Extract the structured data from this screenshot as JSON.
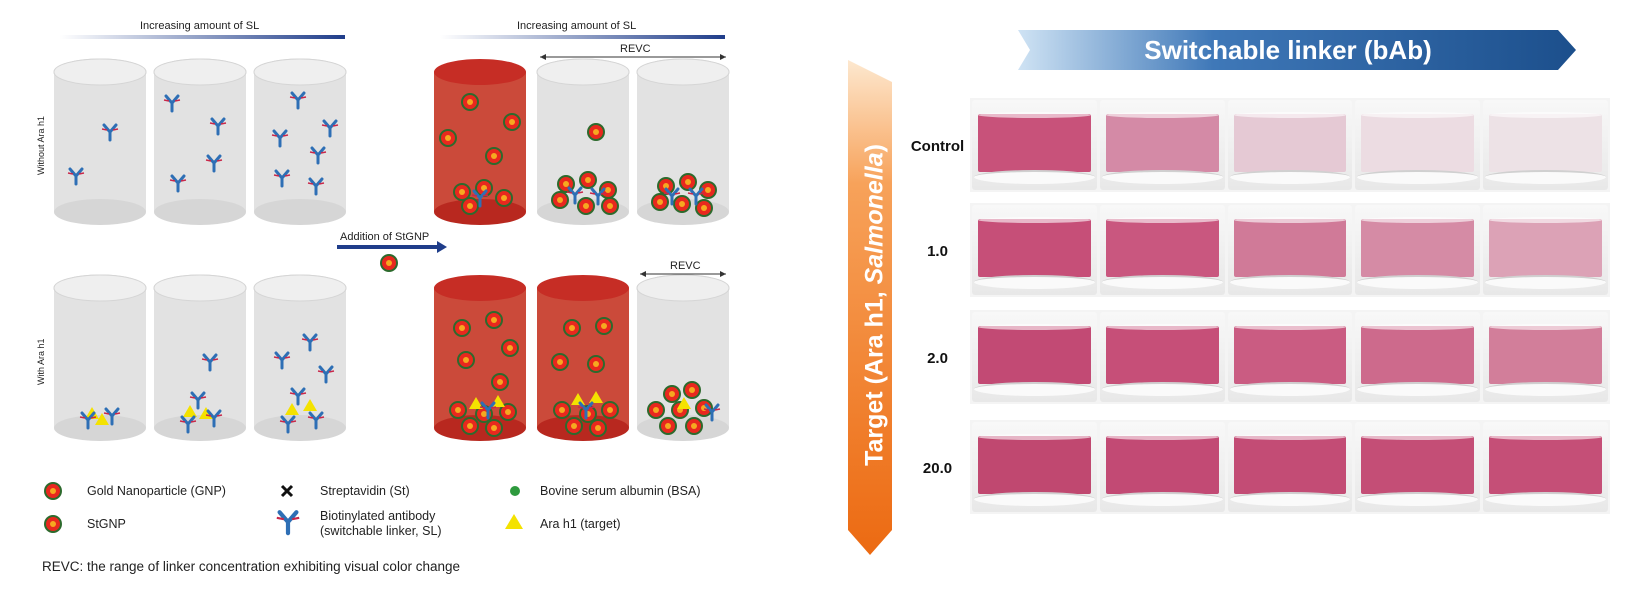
{
  "left_panel": {
    "top_scale_label_left": "Increasing amount of SL",
    "top_scale_label_right": "Increasing amount of SL",
    "revc_top": "REVC",
    "revc_bottom": "REVC",
    "row_label_top": "Without Ara h1",
    "row_label_bottom": "With Ara h1",
    "middle_arrow_label": "Addition of StGNP",
    "legend": {
      "gnp": "Gold Nanoparticle (GNP)",
      "stgnp": "StGNP",
      "streptavidin": "Streptavidin (St)",
      "antibody_line1": "Biotinylated antibody",
      "antibody_line2": "(switchable linker, SL)",
      "bsa": "Bovine serum albumin (BSA)",
      "target": "Ara h1 (target)"
    },
    "footnote": "REVC: the range of linker concentration exhibiting visual color change",
    "colors": {
      "gold": "#e8281e",
      "antibody": "#2e6fb5",
      "target": "#f4e200",
      "bsa": "#2e9a3e",
      "red_cylinder": "#c8322a",
      "arrow": "#1f3d8a"
    }
  },
  "right_panel": {
    "banner_title": "Switchable linker (bAb)",
    "target_label_prefix": "Target (Ara h1, ",
    "target_label_italic": "Salmonella",
    "target_label_suffix": ")",
    "rows": [
      {
        "label": "Control",
        "vials": [
          "#c8527a",
          "#d48aa6",
          "#e5c9d4",
          "#ecdce2",
          "#ede2e6"
        ]
      },
      {
        "label": "1.0",
        "vials": [
          "#c64f78",
          "#c9577f",
          "#d07a98",
          "#d58ba5",
          "#dca2b6"
        ]
      },
      {
        "label": "2.0",
        "vials": [
          "#c24a74",
          "#c64f78",
          "#ca5c82",
          "#cd6a8c",
          "#d27e9a"
        ]
      },
      {
        "label": "20.0",
        "vials": [
          "#c04870",
          "#c24a74",
          "#c34c75",
          "#c44e76",
          "#c54f77"
        ]
      }
    ]
  }
}
